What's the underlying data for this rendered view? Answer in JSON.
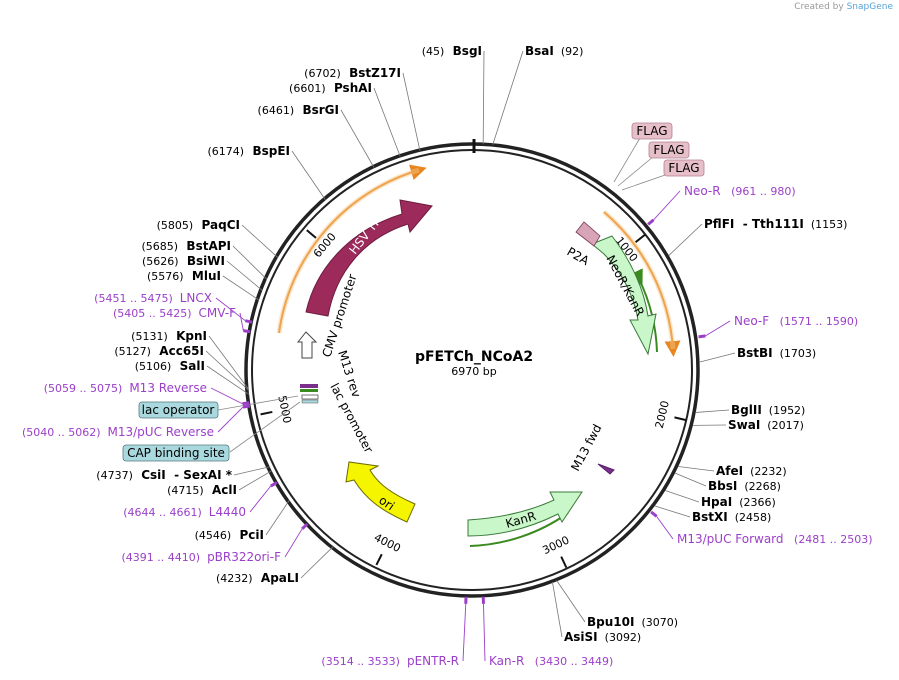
{
  "credit": {
    "prefix": "Created by",
    "brand": "SnapGene"
  },
  "map": {
    "name": "pFETCh_NCoA2",
    "length_label": "6970 bp",
    "total_bp": 6970
  },
  "ticks": [
    {
      "label": "1000",
      "bp": 1000
    },
    {
      "label": "2000",
      "bp": 2000
    },
    {
      "label": "3000",
      "bp": 3000
    },
    {
      "label": "4000",
      "bp": 4000
    },
    {
      "label": "5000",
      "bp": 5000
    },
    {
      "label": "6000",
      "bp": 6000
    }
  ],
  "sites": [
    {
      "label": "(45)",
      "label2": "BsgI",
      "bp": 45,
      "style": "posfirst"
    },
    {
      "label": "BsaI",
      "label2": "(92)",
      "bp": 92,
      "style": "namefirst"
    },
    {
      "label": "PflFI",
      "label2": "- Tth111I",
      "label3": "(1153)",
      "bp": 1153,
      "style": "triple"
    },
    {
      "label": "BstBI",
      "label2": "(1703)",
      "bp": 1703,
      "style": "namefirst"
    },
    {
      "label": "BglII",
      "label2": "(1952)",
      "bp": 1952,
      "style": "namefirst"
    },
    {
      "label": "SwaI",
      "label2": "(2017)",
      "bp": 2017,
      "style": "namefirst"
    },
    {
      "label": "AfeI",
      "label2": "(2232)",
      "bp": 2232,
      "style": "namefirst"
    },
    {
      "label": "BbsI",
      "label2": "(2268)",
      "bp": 2268,
      "style": "namefirst"
    },
    {
      "label": "HpaI",
      "label2": "(2366)",
      "bp": 2366,
      "style": "namefirst"
    },
    {
      "label": "BstXI",
      "label2": "(2458)",
      "bp": 2458,
      "style": "namefirst"
    },
    {
      "label": "Bpu10I",
      "label2": "(3070)",
      "bp": 3070,
      "style": "namefirst"
    },
    {
      "label": "AsiSI",
      "label2": "(3092)",
      "bp": 3092,
      "style": "namefirst"
    },
    {
      "label": "(4232)",
      "label2": "ApaLI",
      "bp": 4232,
      "style": "posfirst"
    },
    {
      "label": "(4546)",
      "label2": "PciI",
      "bp": 4546,
      "style": "posfirst"
    },
    {
      "label": "(4715)",
      "label2": "AclI",
      "bp": 4715,
      "style": "posfirst"
    },
    {
      "label": "(4737)",
      "label2": "CsiI",
      "label3": "- SexAI *",
      "bp": 4737,
      "style": "posfirsttriple"
    },
    {
      "label": "(5106)",
      "label2": "SalI",
      "bp": 5106,
      "style": "posfirst"
    },
    {
      "label": "(5127)",
      "label2": "Acc65I",
      "bp": 5127,
      "style": "posfirst"
    },
    {
      "label": "(5131)",
      "label2": "KpnI",
      "bp": 5131,
      "style": "posfirst"
    },
    {
      "label": "(5576)",
      "label2": "MluI",
      "bp": 5576,
      "style": "posfirst"
    },
    {
      "label": "(5626)",
      "label2": "BsiWI",
      "bp": 5626,
      "style": "posfirst"
    },
    {
      "label": "(5685)",
      "label2": "BstAPI",
      "bp": 5685,
      "style": "posfirst"
    },
    {
      "label": "(5805)",
      "label2": "PaqCI",
      "bp": 5805,
      "style": "posfirst"
    },
    {
      "label": "(6174)",
      "label2": "BspEI",
      "bp": 6174,
      "style": "posfirst"
    },
    {
      "label": "(6461)",
      "label2": "BsrGI",
      "bp": 6461,
      "style": "posfirst"
    },
    {
      "label": "(6601)",
      "label2": "PshAI",
      "bp": 6601,
      "style": "posfirst"
    },
    {
      "label": "(6702)",
      "label2": "BstZ17I",
      "bp": 6702,
      "style": "posfirst"
    }
  ],
  "primers": [
    {
      "label": "Neo-R",
      "range": "(961 .. 980)",
      "bp": 970
    },
    {
      "label": "Neo-F",
      "range": "(1571 .. 1590)",
      "bp": 1580
    },
    {
      "label": "M13/pUC Forward",
      "range": "(2481 .. 2503)",
      "bp": 2492
    },
    {
      "label": "Kan-R",
      "range": "(3430 .. 3449)",
      "bp": 3440
    },
    {
      "label": "pENTR-R",
      "range": "(3514 .. 3533)",
      "bp": 3524
    },
    {
      "label": "pBR322ori-F",
      "range": "(4391 .. 4410)",
      "bp": 4400
    },
    {
      "label": "L4440",
      "range": "(4644 .. 4661)",
      "bp": 4652
    },
    {
      "label": "M13/pUC Reverse",
      "range": "(5040 .. 5062)",
      "bp": 5051
    },
    {
      "label": "M13 Reverse",
      "range": "(5059 .. 5075)",
      "bp": 5067
    },
    {
      "label": "CMV-F",
      "range": "(5405 .. 5425)",
      "bp": 5415
    },
    {
      "label": "LNCX",
      "range": "(5451 .. 5475)",
      "bp": 5463
    }
  ],
  "features": [
    {
      "label": "FLAG"
    },
    {
      "label": "FLAG"
    },
    {
      "label": "FLAG"
    },
    {
      "label": "P2A"
    },
    {
      "label": "NeoR/KanR"
    },
    {
      "label": "KanR"
    },
    {
      "label": "ori"
    },
    {
      "label": "lac promoter"
    },
    {
      "label": "M13 rev"
    },
    {
      "label": "CMV promoter"
    },
    {
      "label": "HSV TK"
    },
    {
      "label": "M13 fwd"
    }
  ],
  "boxed_labels": [
    {
      "label": "lac operator"
    },
    {
      "label": "CAP binding site"
    }
  ],
  "colors": {
    "backbone": "#222222",
    "primer": "#9b3fc9",
    "hsv_tk": "#9c2b5c",
    "orange_track": "#e8861f",
    "green_feature": "#c9f7c9",
    "ori_yellow": "#f5f500",
    "flag_pink": "#e6bfc8",
    "cap_blue": "#a9d9df"
  }
}
